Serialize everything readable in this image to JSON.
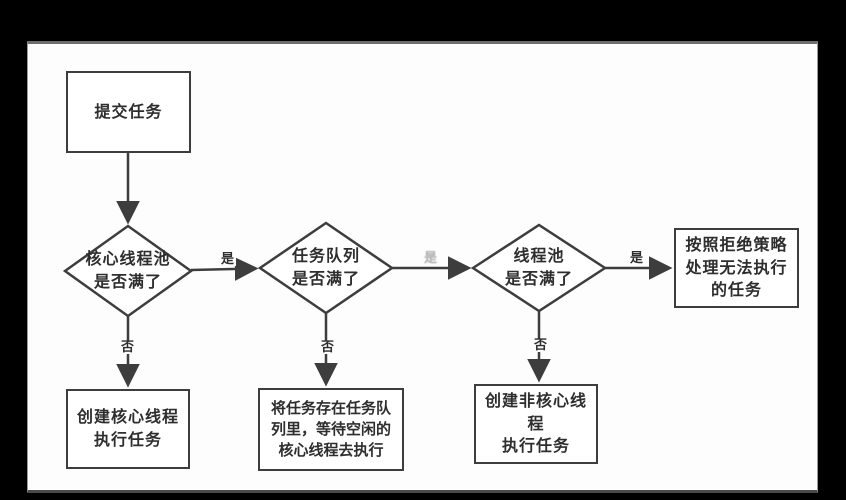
{
  "colors": {
    "frame": "#000000",
    "canvas_bg": "#fdfdfd",
    "line": "#3d3d3d",
    "text": "#2e2e2e"
  },
  "diagram": {
    "type": "flowchart",
    "nodes": {
      "submit": {
        "shape": "rect",
        "lines": [
          "提交任务"
        ]
      },
      "core_pool_full": {
        "shape": "diamond",
        "lines": [
          "核心线程池",
          "是否满了"
        ]
      },
      "task_queue_full": {
        "shape": "diamond",
        "lines": [
          "任务队列",
          "是否满了"
        ]
      },
      "thread_pool_full": {
        "shape": "diamond",
        "lines": [
          "线程池",
          "是否满了"
        ]
      },
      "reject_policy": {
        "shape": "rect",
        "lines": [
          "按照拒绝策略",
          "处理无法执行",
          "的任务"
        ]
      },
      "create_core_thread": {
        "shape": "rect",
        "lines": [
          "创建核心线程",
          "执行任务"
        ]
      },
      "store_in_queue": {
        "shape": "rect",
        "lines": [
          "将任务存在任务队",
          "列里，等待空闲的",
          "核心线程去执行"
        ]
      },
      "create_noncore_thread": {
        "shape": "rect",
        "lines": [
          "创建非核心线",
          "程",
          "执行任务"
        ]
      }
    },
    "edge_labels": {
      "yes1": "是",
      "yes2": "是",
      "yes3": "是",
      "no1": "否",
      "no2": "否",
      "no3": "否"
    }
  }
}
